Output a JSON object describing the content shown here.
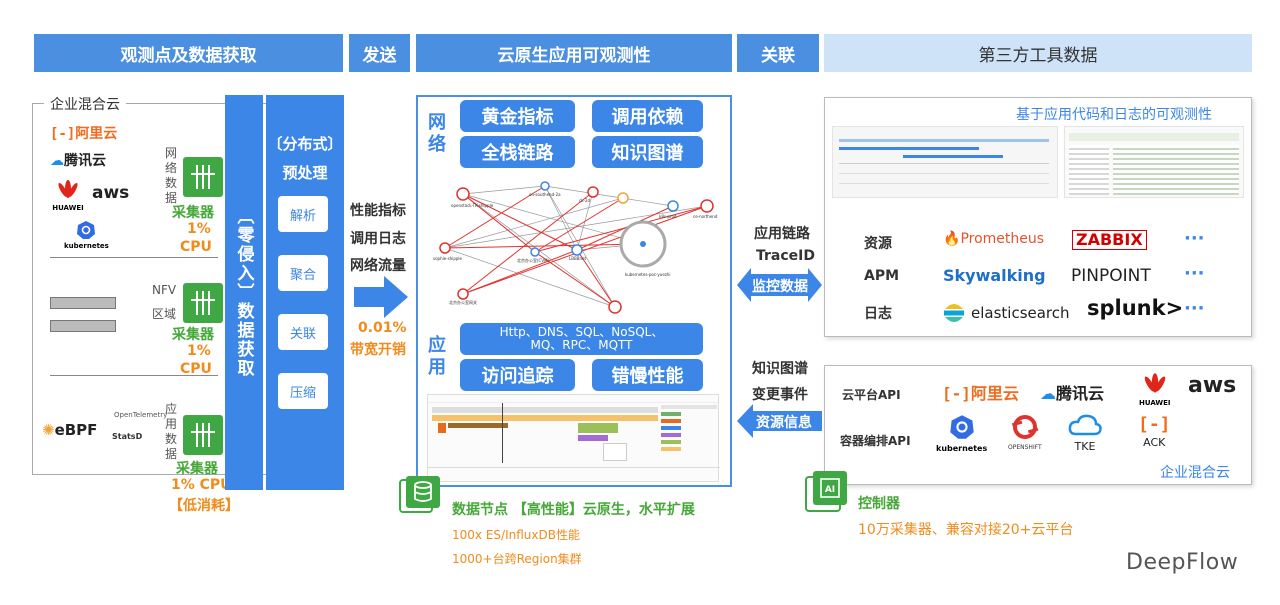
{
  "headers": {
    "h1": "观测点及数据获取",
    "h2": "发送",
    "h3": "云原生应用可观测性",
    "h4": "关联",
    "h5": "第三方工具数据"
  },
  "left": {
    "cloud_label": "企业混合云",
    "vendors": [
      "阿里云",
      "腾讯云",
      "HUAWEI",
      "aws",
      "kubernetes"
    ],
    "collector_rows": [
      {
        "side": "网络数据",
        "name": "采集器",
        "pct": "1%",
        "cpu": "CPU"
      },
      {
        "side_a": "NFV",
        "side_b": "区域",
        "name": "采集器",
        "pct": "1%",
        "cpu": "CPU"
      },
      {
        "side": "应用数据",
        "name": "采集器",
        "pct": "1% CPU",
        "note": "【低消耗】"
      }
    ],
    "ebpf": "eBPF",
    "otel": "OpenTelemetry",
    "statsd": "StatsD",
    "zero_intrusion": "〔零侵入〕数据获取"
  },
  "process": {
    "title_a": "〔分布式〕",
    "title_b": "预处理",
    "steps": [
      "解析",
      "聚合",
      "关联",
      "压缩"
    ]
  },
  "send": {
    "items": [
      "性能指标",
      "调用日志",
      "网络流量"
    ],
    "pct": "0.01%",
    "note": "带宽开销"
  },
  "center": {
    "net_label": "网络",
    "net_buttons": [
      "黄金指标",
      "调用依赖",
      "全栈链路",
      "知识图谱"
    ],
    "app_label": "应用",
    "protocols": "Http、DNS、SQL、NoSQL、MQ、RPC、MQTT",
    "app_buttons": [
      "访问追踪",
      "错慢性能"
    ],
    "graph_nodes": [
      "openstack-TK-shipple",
      "on-southend-2a",
      "ck-2d",
      "k8s-prod",
      "ce-northend",
      "sophie-shipple",
      "北京办公室(CVM)",
      "LBBBnet",
      "kubernetes-poc-yuezhi",
      "北京办公室网关"
    ],
    "data_node_title": "数据节点 【高性能】云原生，水平扩展",
    "data_node_line1": "100x ES/InfluxDB性能",
    "data_node_line2": "1000+台跨Region集群"
  },
  "relate": {
    "top_a": "应用链路",
    "top_b": "TraceID",
    "top_arrow": "监控数据",
    "bot_a": "知识图谱",
    "bot_b": "变更事件",
    "bot_arrow": "资源信息"
  },
  "third": {
    "subtitle": "基于应用代码和日志的可观测性",
    "rows": [
      {
        "label": "资源",
        "a": "Prometheus",
        "b": "ZABBIX",
        "more": "···"
      },
      {
        "label": "APM",
        "a": "Skywalking",
        "b": "PINPOINT",
        "more": "···"
      },
      {
        "label": "日志",
        "a": "elasticsearch",
        "b": "splunk>",
        "more": "···"
      }
    ],
    "cloud_api": "云平台API",
    "container_api": "容器编排API",
    "cloud_vendors": [
      "阿里云",
      "腾讯云",
      "HUAWEI",
      "aws"
    ],
    "container_vendors": [
      "kubernetes",
      "OPENSHIFT",
      "TKE",
      "ACK"
    ],
    "hybrid": "企业混合云",
    "controller_title": "控制器",
    "controller_desc": "10万采集器、兼容对接20+云平台",
    "ai": "AI"
  },
  "brand": "DeepFlow"
}
